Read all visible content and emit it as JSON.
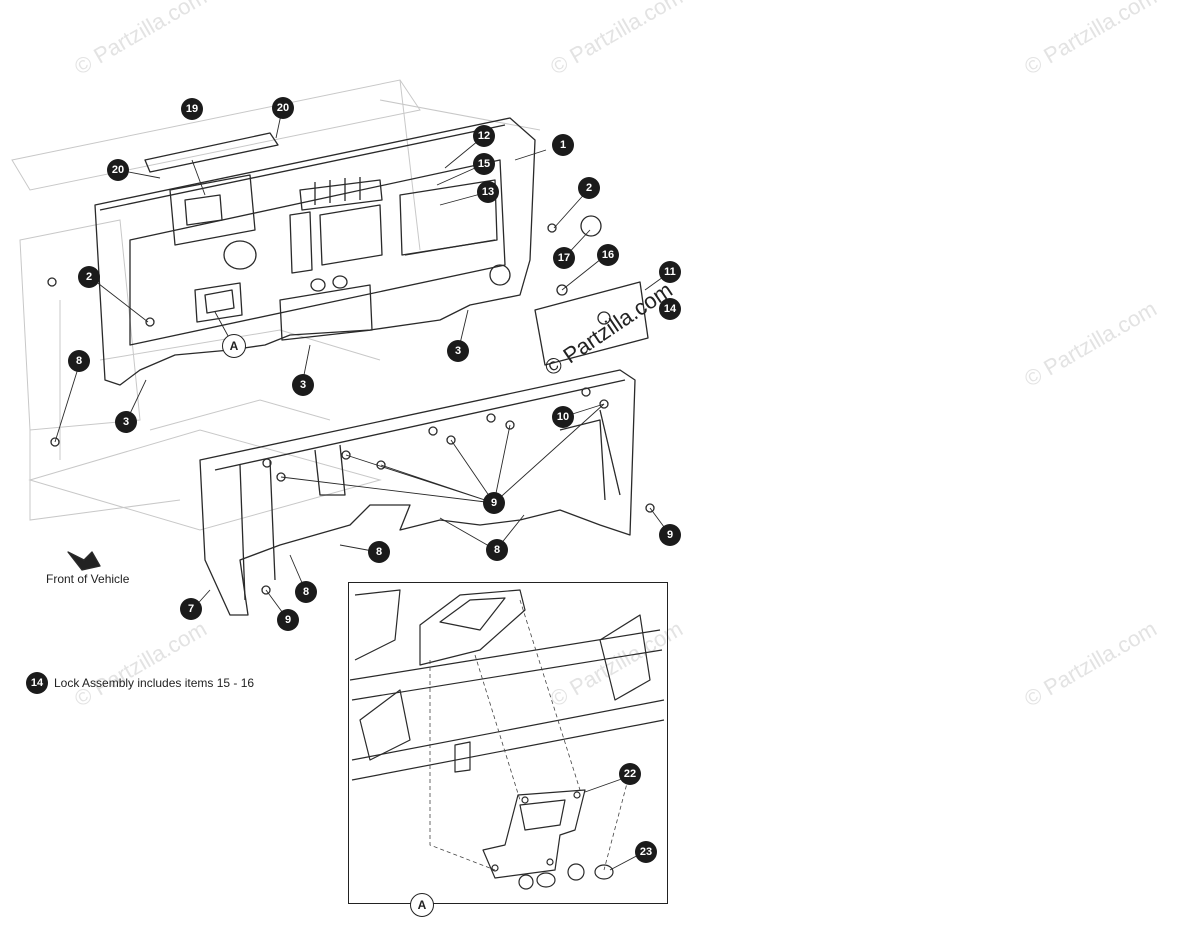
{
  "diagram": {
    "watermark_text": "© Partzilla.com",
    "stamp_text": "© Partzilla.com",
    "front_label": "Front of Vehicle",
    "note": {
      "callout": "14",
      "text": "Lock Assembly includes items 15 - 16"
    },
    "detail_ref": "A",
    "callouts": {
      "c1": "1",
      "c2a": "2",
      "c2b": "2",
      "c3a": "3",
      "c3b": "3",
      "c3c": "3",
      "c7": "7",
      "c8a": "8",
      "c8b": "8",
      "c8c": "8",
      "c8d": "8",
      "c9a": "9",
      "c9b": "9",
      "c9c": "9",
      "c10": "10",
      "c11": "11",
      "c12": "12",
      "c13": "13",
      "c14": "14",
      "c15": "15",
      "c16": "16",
      "c17": "17",
      "c19": "19",
      "c20a": "20",
      "c20b": "20",
      "c22": "22",
      "c23": "23"
    }
  }
}
